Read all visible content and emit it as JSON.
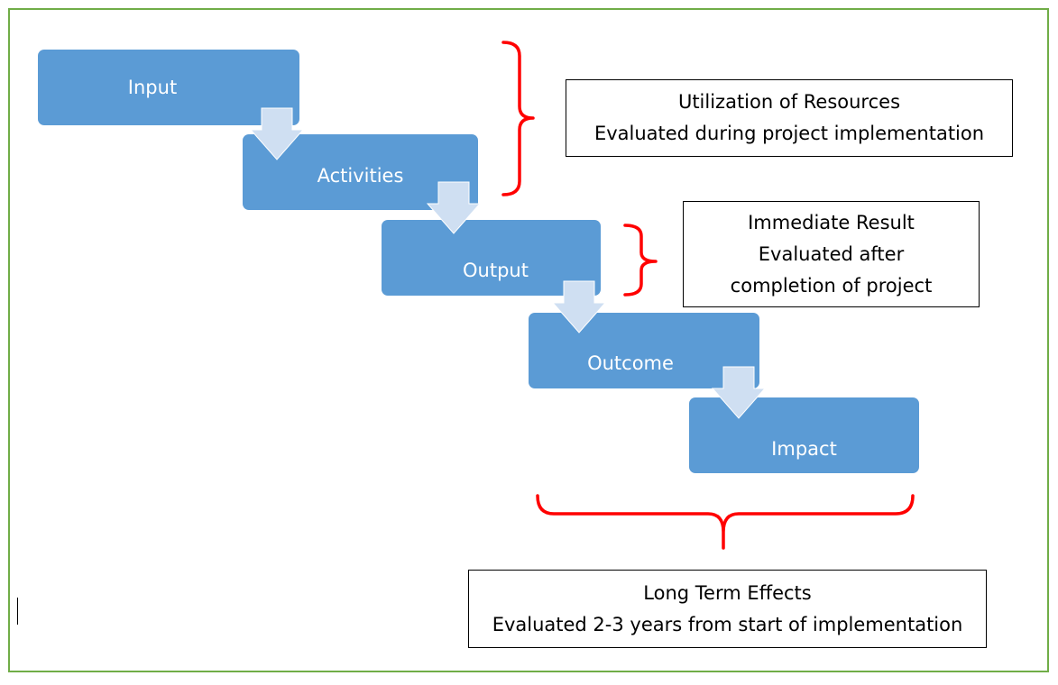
{
  "steps": [
    {
      "label": "Input"
    },
    {
      "label": "Activities"
    },
    {
      "label": "Output"
    },
    {
      "label": "Outcome"
    },
    {
      "label": "Impact"
    }
  ],
  "notes": {
    "resources": {
      "line1": "Utilization of Resources",
      "line2": "Evaluated during project implementation"
    },
    "immediate": {
      "line1": "Immediate Result",
      "line2": "Evaluated after",
      "line3": "completion of project"
    },
    "longterm": {
      "line1": "Long Term Effects",
      "line2": "Evaluated 2-3 years from start of implementation"
    }
  },
  "colors": {
    "step_fill": "#5b9bd5",
    "arrow_fill": "#cfdff2",
    "brace": "#ff0000",
    "frame_border": "#70ad47"
  },
  "icons": {
    "connector": "down-arrow-icon",
    "grouping": "curly-brace"
  }
}
